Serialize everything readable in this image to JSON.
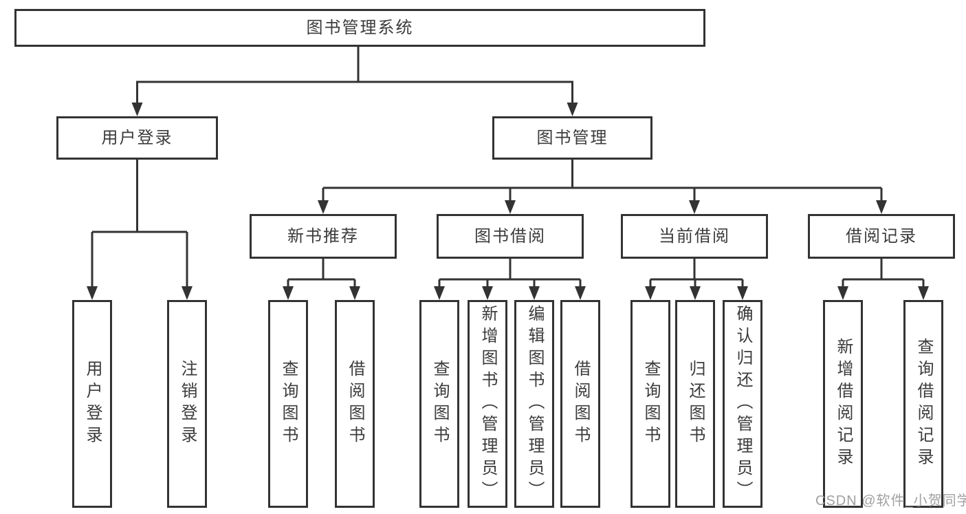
{
  "tree": {
    "label": "图书管理系统",
    "children": [
      {
        "label": "用户登录",
        "children": [
          {
            "label": "用户登录"
          },
          {
            "label": "注销登录"
          }
        ]
      },
      {
        "label": "图书管理",
        "children": [
          {
            "label": "新书推荐",
            "children": [
              {
                "label": "查询图书"
              },
              {
                "label": "借阅图书"
              }
            ]
          },
          {
            "label": "图书借阅",
            "children": [
              {
                "label": "查询图书"
              },
              {
                "label": "新增图书（管理员）"
              },
              {
                "label": "编辑图书（管理员）"
              },
              {
                "label": "借阅图书"
              }
            ]
          },
          {
            "label": "当前借阅",
            "children": [
              {
                "label": "查询图书"
              },
              {
                "label": "归还图书"
              },
              {
                "label": "确认归还（管理员）"
              }
            ]
          },
          {
            "label": "借阅记录",
            "children": [
              {
                "label": "新增借阅记录"
              },
              {
                "label": "查询借阅记录"
              }
            ]
          }
        ]
      }
    ]
  },
  "watermark": {
    "text": "CSDN @软件_小贺同学"
  },
  "colors": {
    "line": "#333333",
    "text": "#3b3b3b",
    "watermark": "#a0a0a0",
    "background": "#ffffff"
  }
}
